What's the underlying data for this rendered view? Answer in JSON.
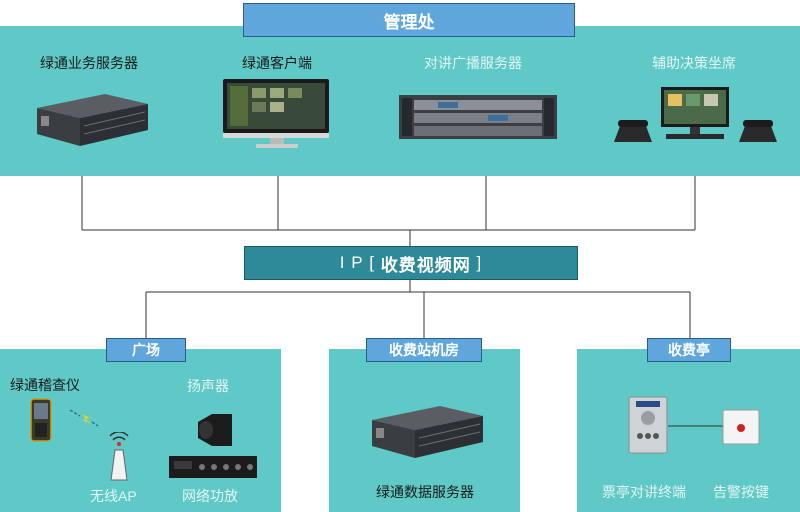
{
  "management": {
    "title": "管理处",
    "devices": [
      "绿通业务服务器",
      "绿通客户端",
      "对讲广播服务器",
      "辅助决策坐席"
    ]
  },
  "network": {
    "prefix": "I P",
    "bracket_open": "[",
    "name": "收费视频网",
    "bracket_close": "]"
  },
  "plaza": {
    "title": "广场",
    "labels": [
      "绿通稽查仪",
      "扬声器",
      "无线AP",
      "网络功放"
    ]
  },
  "station": {
    "title": "收费站机房",
    "labels": [
      "绿通数据服务器"
    ]
  },
  "booth": {
    "title": "收费亭",
    "labels": [
      "票亭对讲终端",
      "告警按键"
    ]
  }
}
